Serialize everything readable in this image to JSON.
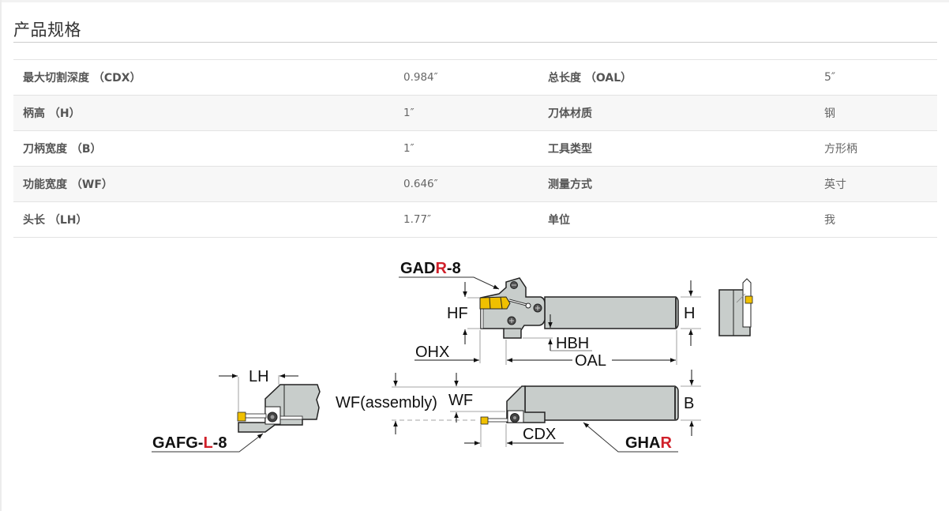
{
  "section": {
    "title": "产品规格"
  },
  "specs": [
    {
      "label1": "最大切割深度 （CDX）",
      "value1": "0.984″",
      "label2": "总长度 （OAL）",
      "value2": "5″"
    },
    {
      "label1": "柄高 （H）",
      "value1": "1″",
      "label2": "刀体材质",
      "value2": "钢"
    },
    {
      "label1": "刀柄宽度 （B）",
      "value1": "1″",
      "label2": "工具类型",
      "value2": "方形柄"
    },
    {
      "label1": "功能宽度 （WF）",
      "value1": "0.646″",
      "label2": "测量方式",
      "value2": "英寸"
    },
    {
      "label1": "头长 （LH）",
      "value1": "1.77″",
      "label2": "单位",
      "value2": "我"
    }
  ],
  "diagram": {
    "parts": {
      "gadr": {
        "prefix": "GAD",
        "hand": "R",
        "suffix": "-8"
      },
      "gafg": {
        "prefix": "GAFG-",
        "hand": "L",
        "suffix": "-8"
      },
      "ghar": {
        "prefix": "GHA",
        "hand": "R",
        "suffix": ""
      }
    },
    "dims": {
      "hf": "HF",
      "h": "H",
      "ohx": "OHX",
      "hbh": "HBH",
      "oal": "OAL",
      "lh": "LH",
      "wf_assembly": "WF(assembly)",
      "wf": "WF",
      "b": "B",
      "cdx": "CDX"
    },
    "colors": {
      "body": "#c8cdcb",
      "insert": "#f0c000",
      "hand_accent": "#d0202a",
      "outline": "#222222",
      "dim_line": "#888888"
    }
  }
}
